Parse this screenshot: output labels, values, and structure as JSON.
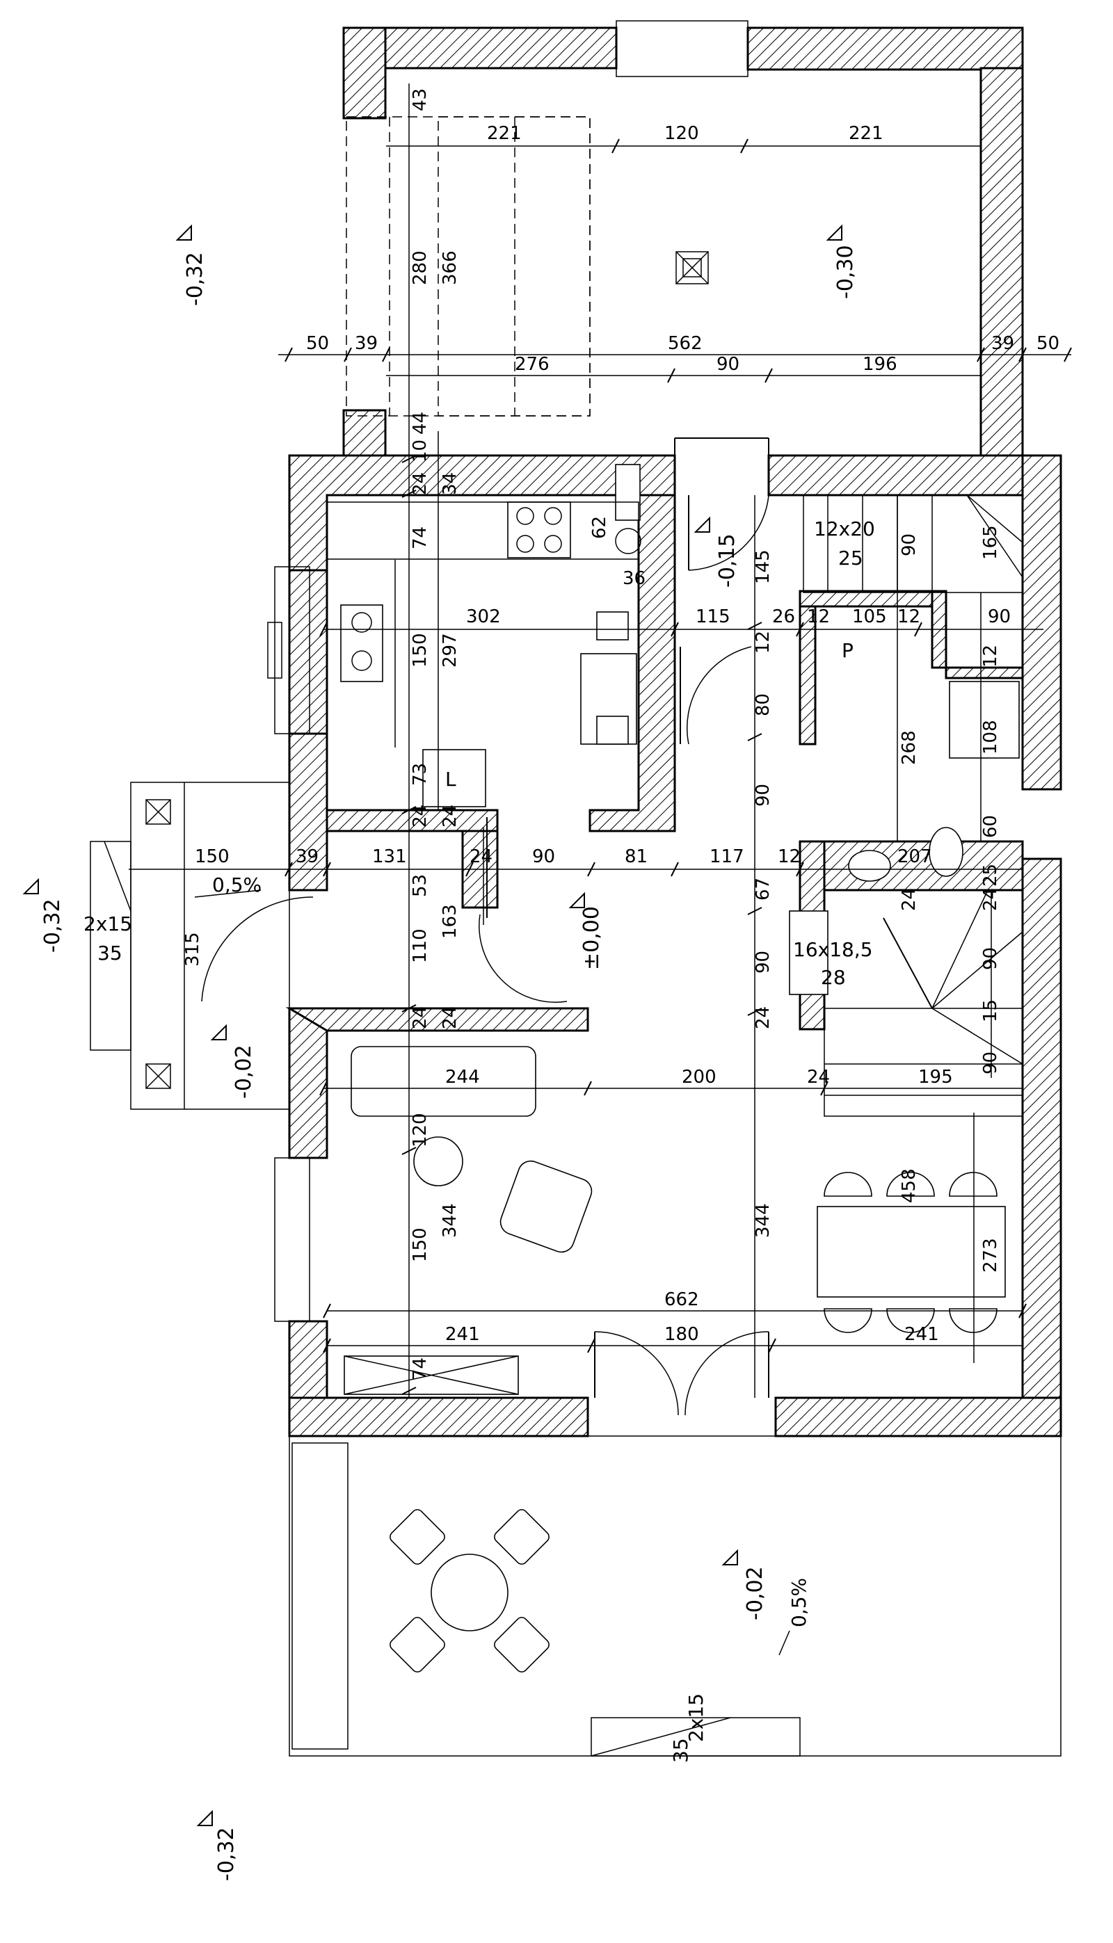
{
  "levels": {
    "l1": "-0,32",
    "l2": "-0,30",
    "l3": "-0,15",
    "l4": "-0,32",
    "l5": "±0,00",
    "l6": "-0,02",
    "l7": "-0,02",
    "l8": "-0,32"
  },
  "labels": {
    "stair_top": "12x20",
    "stair_top_n": "25",
    "stair_main": "16x18,5",
    "stair_main_n": "28",
    "entry_steps": "2x15",
    "entry_steps_n": "35",
    "terrace_steps": "2x15",
    "terrace_steps_n": "35",
    "slope_entry": "0,5%",
    "slope_terrace": "0,5%",
    "pantry": "P",
    "fridge": "L"
  },
  "dims": {
    "garage_221a": "221",
    "garage_120": "120",
    "garage_221b": "221",
    "garage_43": "43",
    "garage_280": "280",
    "garage_366": "366",
    "row_50a": "50",
    "row_39a": "39",
    "row_562": "562",
    "row_39b": "39",
    "row_50b": "50",
    "row_276": "276",
    "row_90": "90",
    "row_196": "196",
    "v_44": "44",
    "v_10": "10",
    "v_24a": "24",
    "v_34": "34",
    "v_74a": "74",
    "v_62": "62",
    "v_36": "36",
    "k_302": "302",
    "k_115": "115",
    "k_26": "26",
    "k_12a": "12",
    "k_105": "105",
    "k_12b": "12",
    "k_90a": "90",
    "k_145": "145",
    "k_90b": "90",
    "k_165": "165",
    "k_150": "150",
    "k_297": "297",
    "k_73": "73",
    "k_12c": "12",
    "k_12d": "12",
    "k_80": "80",
    "k_268": "268",
    "k_108": "108",
    "k_60": "60",
    "k_90c": "90",
    "h_24a": "24",
    "h_24b": "24",
    "h_150": "150",
    "h_39": "39",
    "h_131": "131",
    "h_24c": "24",
    "h_90": "90",
    "h_81": "81",
    "h_117": "117",
    "h_12": "12",
    "h_207": "207",
    "h_25": "25",
    "h_24d": "24",
    "h_24e": "24",
    "h_53": "53",
    "h_163": "163",
    "h_67": "67",
    "h_315": "315",
    "h_110": "110",
    "h_90b": "90",
    "h_90c": "90",
    "h_15": "15",
    "h_90d": "90",
    "h_24f": "24",
    "h_24g": "24",
    "h_24h": "24",
    "l_244": "244",
    "l_200": "200",
    "l_24": "24",
    "l_195": "195",
    "l_120": "120",
    "l_344a": "344",
    "l_344b": "344",
    "l_150": "150",
    "l_458": "458",
    "l_273": "273",
    "l_662": "662",
    "l_241a": "241",
    "l_180": "180",
    "l_241b": "241",
    "l_74": "74"
  }
}
